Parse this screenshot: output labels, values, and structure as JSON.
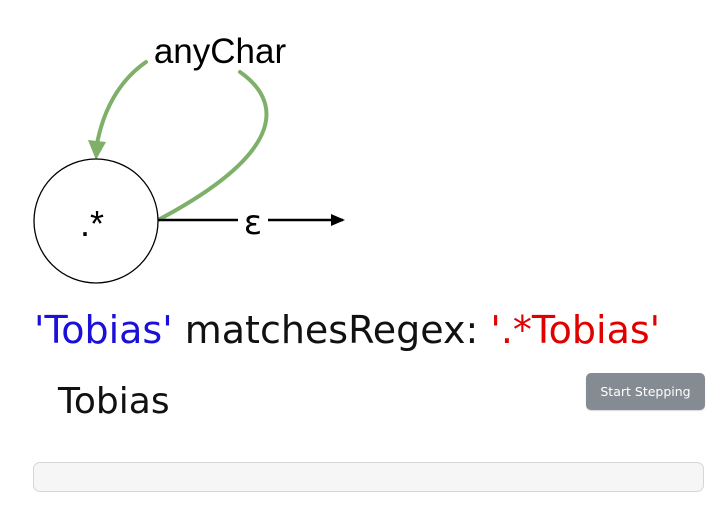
{
  "diagram": {
    "state_label": ".*",
    "loop_transition_label": "anyChar",
    "exit_transition_label": "ε",
    "loop_color": "#7fb069"
  },
  "expression": {
    "string_literal": "'Tobias'",
    "method": " matchesRegex: ",
    "regex_literal": "'.*Tobias'",
    "string_color": "#1a10d8",
    "regex_color": "#e00000"
  },
  "input": {
    "text": "Tobias"
  },
  "controls": {
    "step_button_label": "Start Stepping"
  },
  "progress": {
    "fraction": 0
  }
}
